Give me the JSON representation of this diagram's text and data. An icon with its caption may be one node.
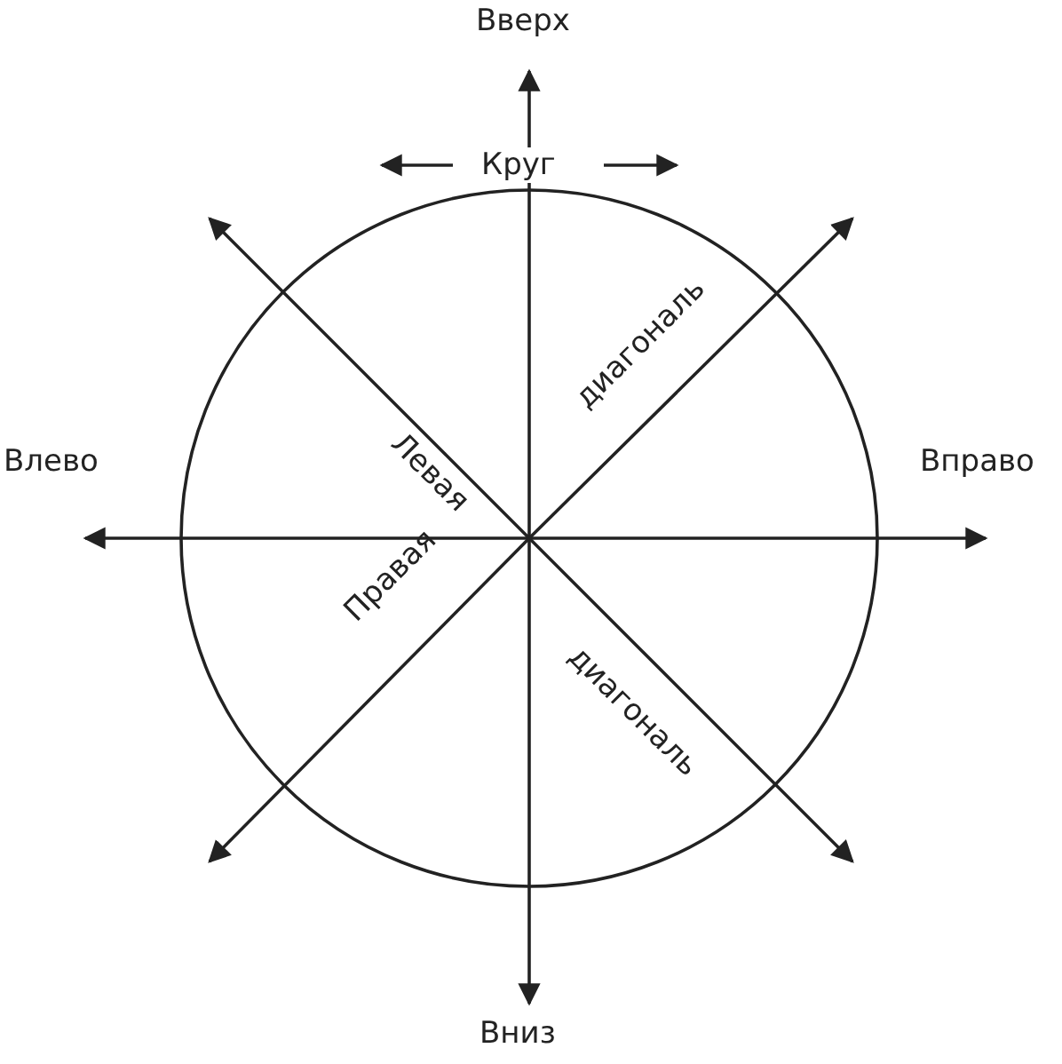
{
  "diagram": {
    "labels": [
      "Вверх",
      "Круг",
      "Левая",
      "диагональ",
      "Влево",
      "Вправо",
      "Правая",
      "диагональ",
      "Вниз"
    ]
  }
}
